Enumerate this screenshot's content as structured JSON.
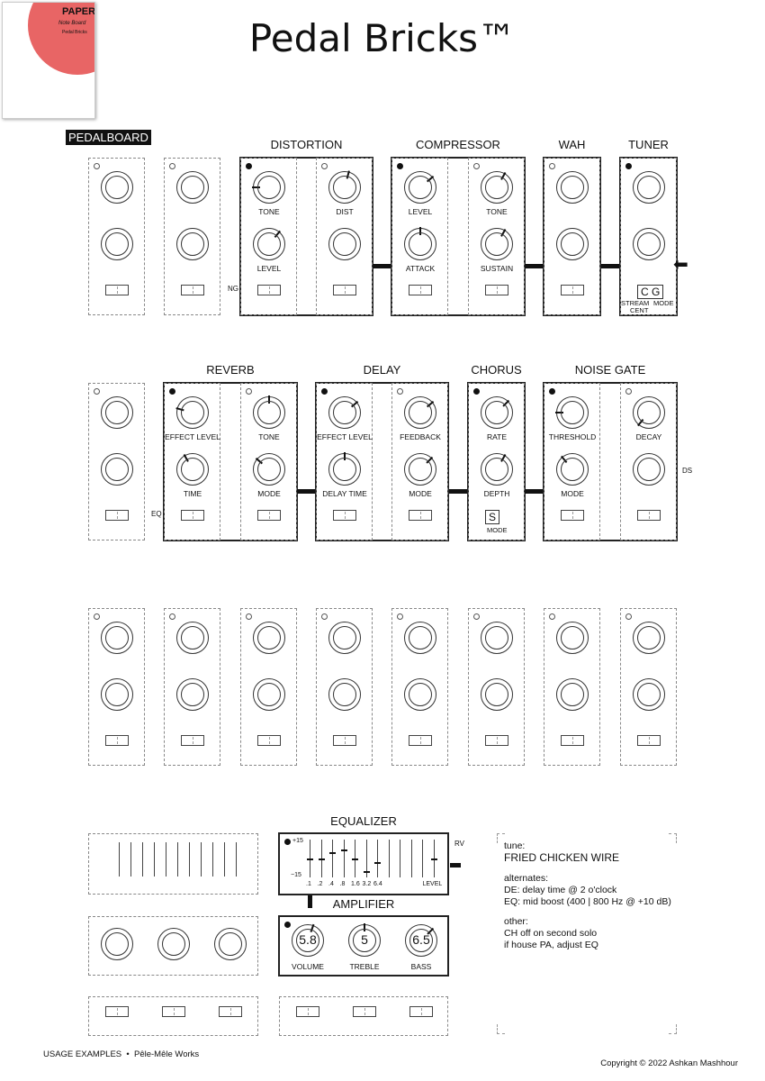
{
  "title": "Pedal Bricks™",
  "thumbnail": {
    "brand": "PAPER",
    "subtitle": "Note Board",
    "caption": "Pedal Bricks"
  },
  "pedalboard_label": "PEDALBOARD",
  "rows": [
    {
      "groups": [
        {
          "label": "DISTORTION",
          "cols": [
            2,
            3
          ]
        },
        {
          "label": "COMPRESSOR",
          "cols": [
            4,
            5
          ]
        },
        {
          "label": "WAH",
          "cols": [
            6,
            6
          ]
        },
        {
          "label": "TUNER",
          "cols": [
            7,
            7
          ]
        }
      ],
      "pedals": [
        {
          "dot": "hollow",
          "knobs": [
            {
              "label": ""
            },
            {
              "label": ""
            }
          ]
        },
        {
          "dot": "hollow",
          "knobs": [
            {
              "label": ""
            },
            {
              "label": ""
            }
          ]
        },
        {
          "dot": "filled",
          "knobs": [
            {
              "label": "TONE",
              "angle": -90
            },
            {
              "label": "LEVEL",
              "angle": 40
            }
          ]
        },
        {
          "dot": "hollow",
          "knobs": [
            {
              "label": "DIST",
              "angle": 15
            },
            {
              "label": ""
            }
          ]
        },
        {
          "dot": "filled",
          "knobs": [
            {
              "label": "LEVEL",
              "angle": 50
            },
            {
              "label": "ATTACK",
              "angle": 0
            }
          ]
        },
        {
          "dot": "hollow",
          "knobs": [
            {
              "label": "TONE",
              "angle": 30
            },
            {
              "label": "SUSTAIN",
              "angle": 30
            }
          ]
        },
        {
          "dot": "hollow",
          "knobs": [
            {
              "label": ""
            },
            {
              "label": ""
            }
          ]
        },
        {
          "dot": "filled",
          "knobs": [
            {
              "label": ""
            },
            {
              "label": ""
            }
          ],
          "switch_text": "C G",
          "switch_labels": [
            "STREAM",
            "CENT",
            "MODE"
          ]
        }
      ],
      "side_labels": [
        {
          "text": "NG"
        }
      ]
    },
    {
      "groups": [
        {
          "label": "REVERB",
          "cols": [
            1,
            2
          ]
        },
        {
          "label": "DELAY",
          "cols": [
            3,
            4
          ]
        },
        {
          "label": "CHORUS",
          "cols": [
            5,
            5
          ]
        },
        {
          "label": "NOISE GATE",
          "cols": [
            6,
            7
          ]
        }
      ],
      "pedals": [
        {
          "dot": "hollow",
          "knobs": [
            {
              "label": ""
            },
            {
              "label": ""
            }
          ]
        },
        {
          "dot": "filled",
          "knobs": [
            {
              "label": "EFFECT LEVEL",
              "angle": -75
            },
            {
              "label": "TIME",
              "angle": -30
            }
          ]
        },
        {
          "dot": "hollow",
          "knobs": [
            {
              "label": "TONE",
              "angle": 0
            },
            {
              "label": "MODE",
              "angle": -50
            }
          ]
        },
        {
          "dot": "filled",
          "knobs": [
            {
              "label": "EFFECT LEVEL",
              "angle": 50
            },
            {
              "label": "DELAY TIME",
              "angle": 0
            }
          ]
        },
        {
          "dot": "hollow",
          "knobs": [
            {
              "label": "FEEDBACK",
              "angle": 50
            },
            {
              "label": "MODE",
              "angle": 45
            }
          ]
        },
        {
          "dot": "filled",
          "knobs": [
            {
              "label": "RATE",
              "angle": 45
            },
            {
              "label": "DEPTH",
              "angle": 30
            }
          ],
          "switch_text": "S",
          "switch_labels": [
            "MODE"
          ]
        },
        {
          "dot": "filled",
          "knobs": [
            {
              "label": "THRESHOLD",
              "angle": -90
            },
            {
              "label": "MODE",
              "angle": -40
            }
          ]
        },
        {
          "dot": "hollow",
          "knobs": [
            {
              "label": "DECAY",
              "angle": -140
            },
            {
              "label": ""
            }
          ]
        }
      ],
      "side_labels": [
        {
          "text": "EQ"
        },
        {
          "text": "DS"
        }
      ]
    },
    {
      "groups": [],
      "pedals": [
        {
          "dot": "hollow",
          "knobs": [
            {
              "label": ""
            },
            {
              "label": ""
            }
          ]
        },
        {
          "dot": "hollow",
          "knobs": [
            {
              "label": ""
            },
            {
              "label": ""
            }
          ]
        },
        {
          "dot": "hollow",
          "knobs": [
            {
              "label": ""
            },
            {
              "label": ""
            }
          ]
        },
        {
          "dot": "hollow",
          "knobs": [
            {
              "label": ""
            },
            {
              "label": ""
            }
          ]
        },
        {
          "dot": "hollow",
          "knobs": [
            {
              "label": ""
            },
            {
              "label": ""
            }
          ]
        },
        {
          "dot": "hollow",
          "knobs": [
            {
              "label": ""
            },
            {
              "label": ""
            }
          ]
        },
        {
          "dot": "hollow",
          "knobs": [
            {
              "label": ""
            },
            {
              "label": ""
            }
          ]
        },
        {
          "dot": "hollow",
          "knobs": [
            {
              "label": ""
            },
            {
              "label": ""
            }
          ]
        }
      ],
      "side_labels": []
    }
  ],
  "equalizer": {
    "label": "EQUALIZER",
    "top": "+15",
    "bottom": "−15",
    "bands": [
      {
        "label": ".1",
        "db": 0
      },
      {
        "label": ".2",
        "db": 0
      },
      {
        "label": ".4",
        "db": 5
      },
      {
        "label": ".8",
        "db": 7
      },
      {
        "label": "1.6",
        "db": 0
      },
      {
        "label": "3.2",
        "db": -10
      },
      {
        "label": "6.4",
        "db": -3
      },
      {
        "label": "",
        "db": null
      },
      {
        "label": "",
        "db": null
      },
      {
        "label": "",
        "db": null
      },
      {
        "label": "",
        "db": null
      },
      {
        "label": "LEVEL",
        "db": 0
      }
    ],
    "side_label": "RV"
  },
  "amplifier": {
    "label": "AMPLIFIER",
    "knobs": [
      {
        "label": "VOLUME",
        "value": "5.8",
        "angle": 20
      },
      {
        "label": "TREBLE",
        "value": "5",
        "angle": 0
      },
      {
        "label": "BASS",
        "value": "6.5",
        "angle": 45
      }
    ]
  },
  "notes": {
    "tune_label": "tune:",
    "tune": "FRIED CHICKEN WIRE",
    "alternates_label": "alternates:",
    "alternates": [
      "DE: delay time @ 2 o'clock",
      "EQ: mid boost (400 | 800 Hz @ +10 dB)"
    ],
    "other_label": "other:",
    "other": [
      "CH off on second solo",
      "if house PA, adjust EQ"
    ]
  },
  "footer": {
    "left": "USAGE EXAMPLES  •  Pêle-Mêle Works",
    "right": "Copyright © 2022 Ashkan Mashhour"
  }
}
